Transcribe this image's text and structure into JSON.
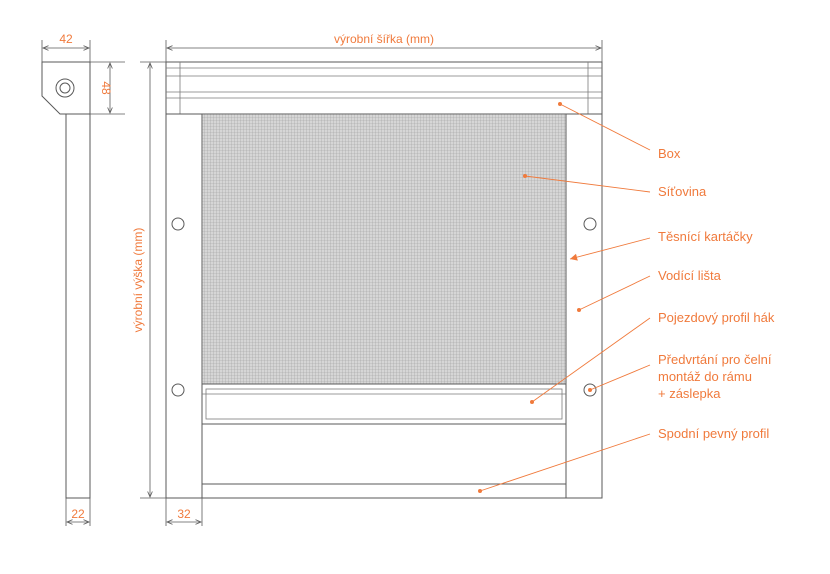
{
  "dimensions": {
    "side_width": "42",
    "side_height": "48",
    "side_rail": "22",
    "frame_rail": "32",
    "width_label": "výrobní šířka (mm)",
    "height_label": "výrobní výška (mm)"
  },
  "callouts": {
    "box": "Box",
    "mesh": "Síťovina",
    "brushes": "Těsnící kartáčky",
    "guide_rail": "Vodící lišta",
    "hook_profile": "Pojezdový profil hák",
    "predrill_line1": "Předvrtání pro čelní",
    "predrill_line2": "montáž do rámu",
    "predrill_line3": "+ záslepka",
    "bottom_profile": "Spodní pevný profil"
  },
  "colors": {
    "accent": "#f07a3c",
    "line": "#5a5a5a",
    "mesh": "#b9b9b9"
  }
}
